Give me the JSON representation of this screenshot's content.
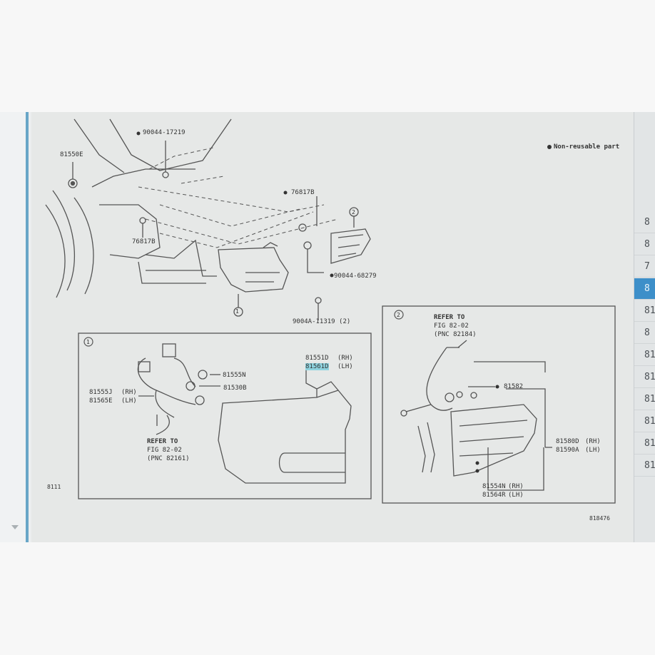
{
  "legend": {
    "non_reusable": "Non-reusable part"
  },
  "callouts": {
    "c1": "1",
    "c2": "2"
  },
  "parts_top": [
    {
      "id": "p90044a17219",
      "label": "90044-17219"
    },
    {
      "id": "p81550e",
      "label": "81550E"
    },
    {
      "id": "p76817b_a",
      "label": "76817B"
    },
    {
      "id": "p76817b_b",
      "label": "76817B"
    },
    {
      "id": "p9004468279",
      "label": "90044-68279"
    },
    {
      "id": "p90044a11319",
      "label": "9004A-11319 (2)"
    }
  ],
  "box1": {
    "parts": [
      {
        "id": "b1_81551d",
        "label": "81551D",
        "side": "(RH)"
      },
      {
        "id": "b1_81561d",
        "label": "81561D",
        "side": "(LH)",
        "highlight": "#8fd3df"
      },
      {
        "id": "b1_81555n",
        "label": "81555N"
      },
      {
        "id": "b1_81530b",
        "label": "81530B"
      },
      {
        "id": "b1_81555j",
        "label": "81555J",
        "side": "(RH)"
      },
      {
        "id": "b1_81565e",
        "label": "81565E",
        "side": "(LH)"
      }
    ],
    "refer": {
      "line1": "REFER TO",
      "line2": "FIG  82-02",
      "line3": "(PNC 82161)"
    }
  },
  "box2": {
    "parts": [
      {
        "id": "b2_81582",
        "label": "81582"
      },
      {
        "id": "b2_81580d",
        "label": "81580D",
        "side": "(RH)"
      },
      {
        "id": "b2_81590a",
        "label": "81590A",
        "side": "(LH)"
      },
      {
        "id": "b2_81554n",
        "label": "81554N",
        "side": "(RH)"
      },
      {
        "id": "b2_81564r",
        "label": "81564R",
        "side": "(LH)"
      }
    ],
    "refer": {
      "line1": "REFER TO",
      "line2": "FIG  82-02",
      "line3": "(PNC 82184)"
    }
  },
  "footer": {
    "left_code": "8111",
    "right_code": "818476"
  },
  "right_panel": [
    {
      "label": "8"
    },
    {
      "label": "8"
    },
    {
      "label": "7"
    },
    {
      "label": "8",
      "selected": true
    },
    {
      "label": "81"
    },
    {
      "label": "8"
    },
    {
      "label": "81"
    },
    {
      "label": "81"
    },
    {
      "label": "81"
    },
    {
      "label": "81"
    },
    {
      "label": "81"
    },
    {
      "label": "81"
    }
  ],
  "colors": {
    "accent": "#3d8fc9",
    "highlight": "#8fd3df"
  }
}
